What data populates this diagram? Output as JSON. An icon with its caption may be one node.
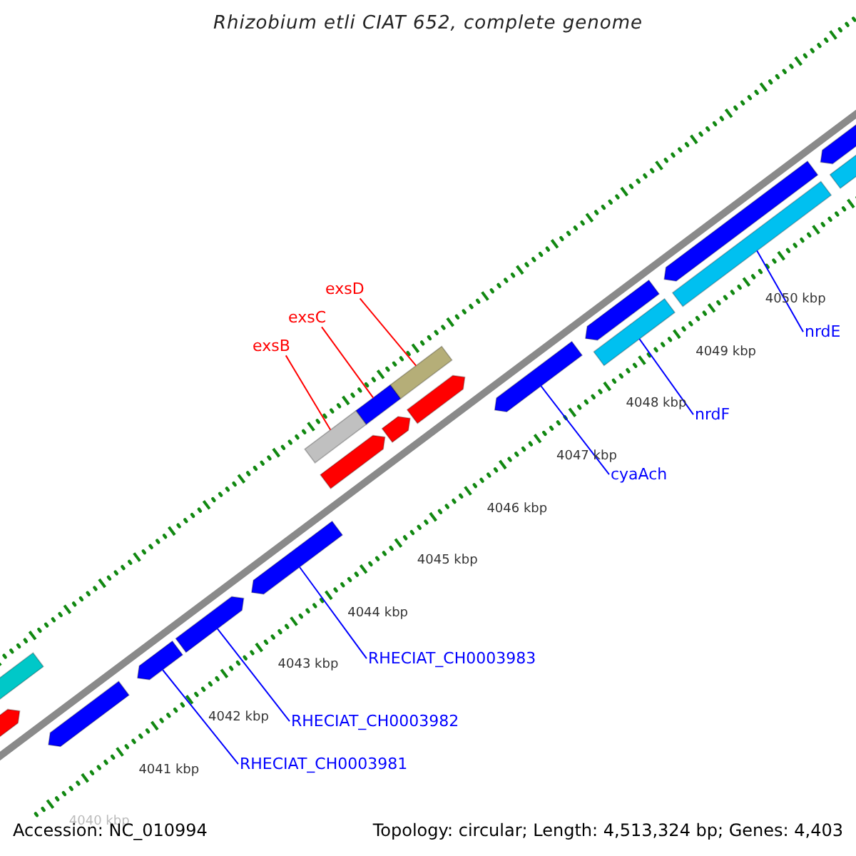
{
  "diagram": {
    "title": "Rhizobium etli CIAT 652, complete genome",
    "nodes": [
      {
        "text": [
          "exsD"
        ]
      },
      {
        "text": [
          "exsC"
        ]
      },
      {
        "text": [
          "exsB"
        ]
      },
      {
        "text": [
          "nrdE"
        ]
      },
      {
        "text": [
          "nrdF"
        ]
      },
      {
        "text": [
          "cyaAch"
        ]
      },
      {
        "text": [
          "RHECIAT_CH0003983"
        ]
      },
      {
        "text": [
          "RHECIAT_CH0003982"
        ]
      },
      {
        "text": [
          "RHECIAT_CH0003981"
        ]
      },
      {
        "text": [],
        "shape": "bar"
      },
      {
        "text": [],
        "shape": "bar"
      },
      {
        "text": [],
        "shape": "bar"
      },
      {
        "text": [],
        "shape": "bar"
      },
      {
        "text": [],
        "shape": "bar"
      },
      {
        "text": [],
        "shape": "bar"
      },
      {
        "text": [],
        "shape": "bar"
      },
      {
        "text": [],
        "shape": "bar"
      },
      {
        "text": [],
        "shape": "bar"
      },
      {
        "text": [],
        "shape": "bar"
      },
      {
        "text": [],
        "shape": "bar"
      },
      {
        "text": [],
        "shape": "bar"
      },
      {
        "text": [],
        "shape": "bar"
      },
      {
        "text": [],
        "shape": "bar"
      },
      {
        "text": [],
        "shape": "bar"
      },
      {
        "text": [],
        "shape": "bar"
      },
      {
        "text": [],
        "shape": "bar"
      },
      {
        "text": [],
        "shape": "bar"
      },
      {
        "text": [],
        "shape": "bar"
      }
    ],
    "edges": [
      {
        "from": 2,
        "to": 15,
        "arrow": "none",
        "color": "#ff0000"
      },
      {
        "from": 1,
        "to": 16,
        "arrow": "none",
        "color": "#ff0000"
      },
      {
        "from": 0,
        "to": 17,
        "arrow": "none",
        "color": "#ff0000"
      },
      {
        "from": 3,
        "to": 25,
        "arrow": "none"
      },
      {
        "from": 4,
        "to": 23,
        "arrow": "none"
      },
      {
        "from": 5,
        "to": 21,
        "arrow": "none"
      },
      {
        "from": 6,
        "to": 14,
        "arrow": "none"
      },
      {
        "from": 7,
        "to": 13,
        "arrow": "none"
      },
      {
        "from": 8,
        "to": 12,
        "arrow": "none"
      }
    ],
    "labels": [
      "4040 kbp",
      "4041 kbp",
      "4042 kbp",
      "4043 kbp",
      "4044 kbp",
      "4045 kbp",
      "4046 kbp",
      "4047 kbp",
      "4048 kbp",
      "4049 kbp",
      "4050 kbp",
      "Accession: NC_010994",
      "Topology: circular; Length: 4,513,324 bp; Genes: 4,403"
    ]
  }
}
